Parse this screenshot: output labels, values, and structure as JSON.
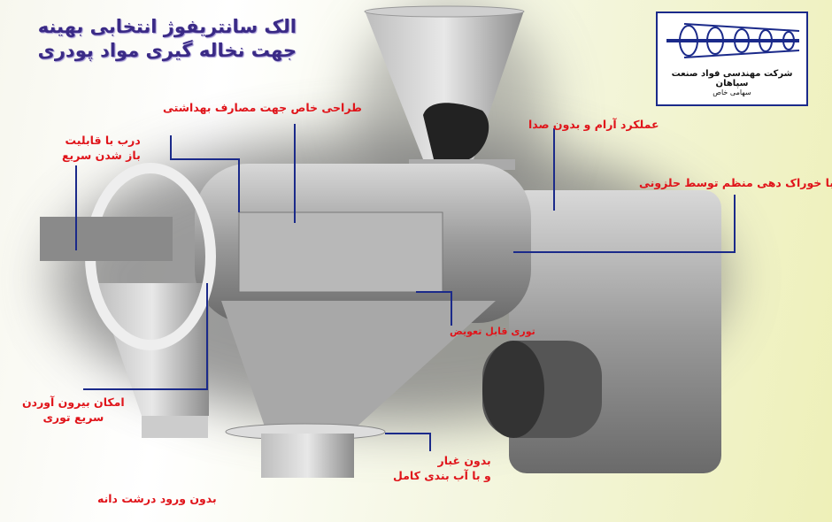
{
  "title": {
    "line1": "الک سانتریفوژ انتخابی بهینه",
    "line2": "جهت نخاله گیری مواد پودری"
  },
  "logo": {
    "company": "شرکت مهندسی فواد صنعت سپاهان",
    "type": "سهامی خاص"
  },
  "labels": {
    "hygienic": "طراحی خاص جهت مصارف بهداشتی",
    "door_1": "درب با قابلیت",
    "door_2": "باز شدن سریع",
    "quiet": "عملکرد آرام و بدون صدا",
    "screw_feed": "با خوراک دهی منظم توسط حلزونی",
    "screen": "توری قابل تعویض",
    "remove_1": "امکان بیرون آوردن",
    "remove_2": "سریع توری",
    "dust_1": "بدون غبار",
    "dust_2": "و با آب بندی کامل",
    "coarse": "بدون ورود درشت دانه"
  },
  "colors": {
    "label": "#e0141a",
    "title": "#3a2a86",
    "leader": "#1b2a8a"
  }
}
